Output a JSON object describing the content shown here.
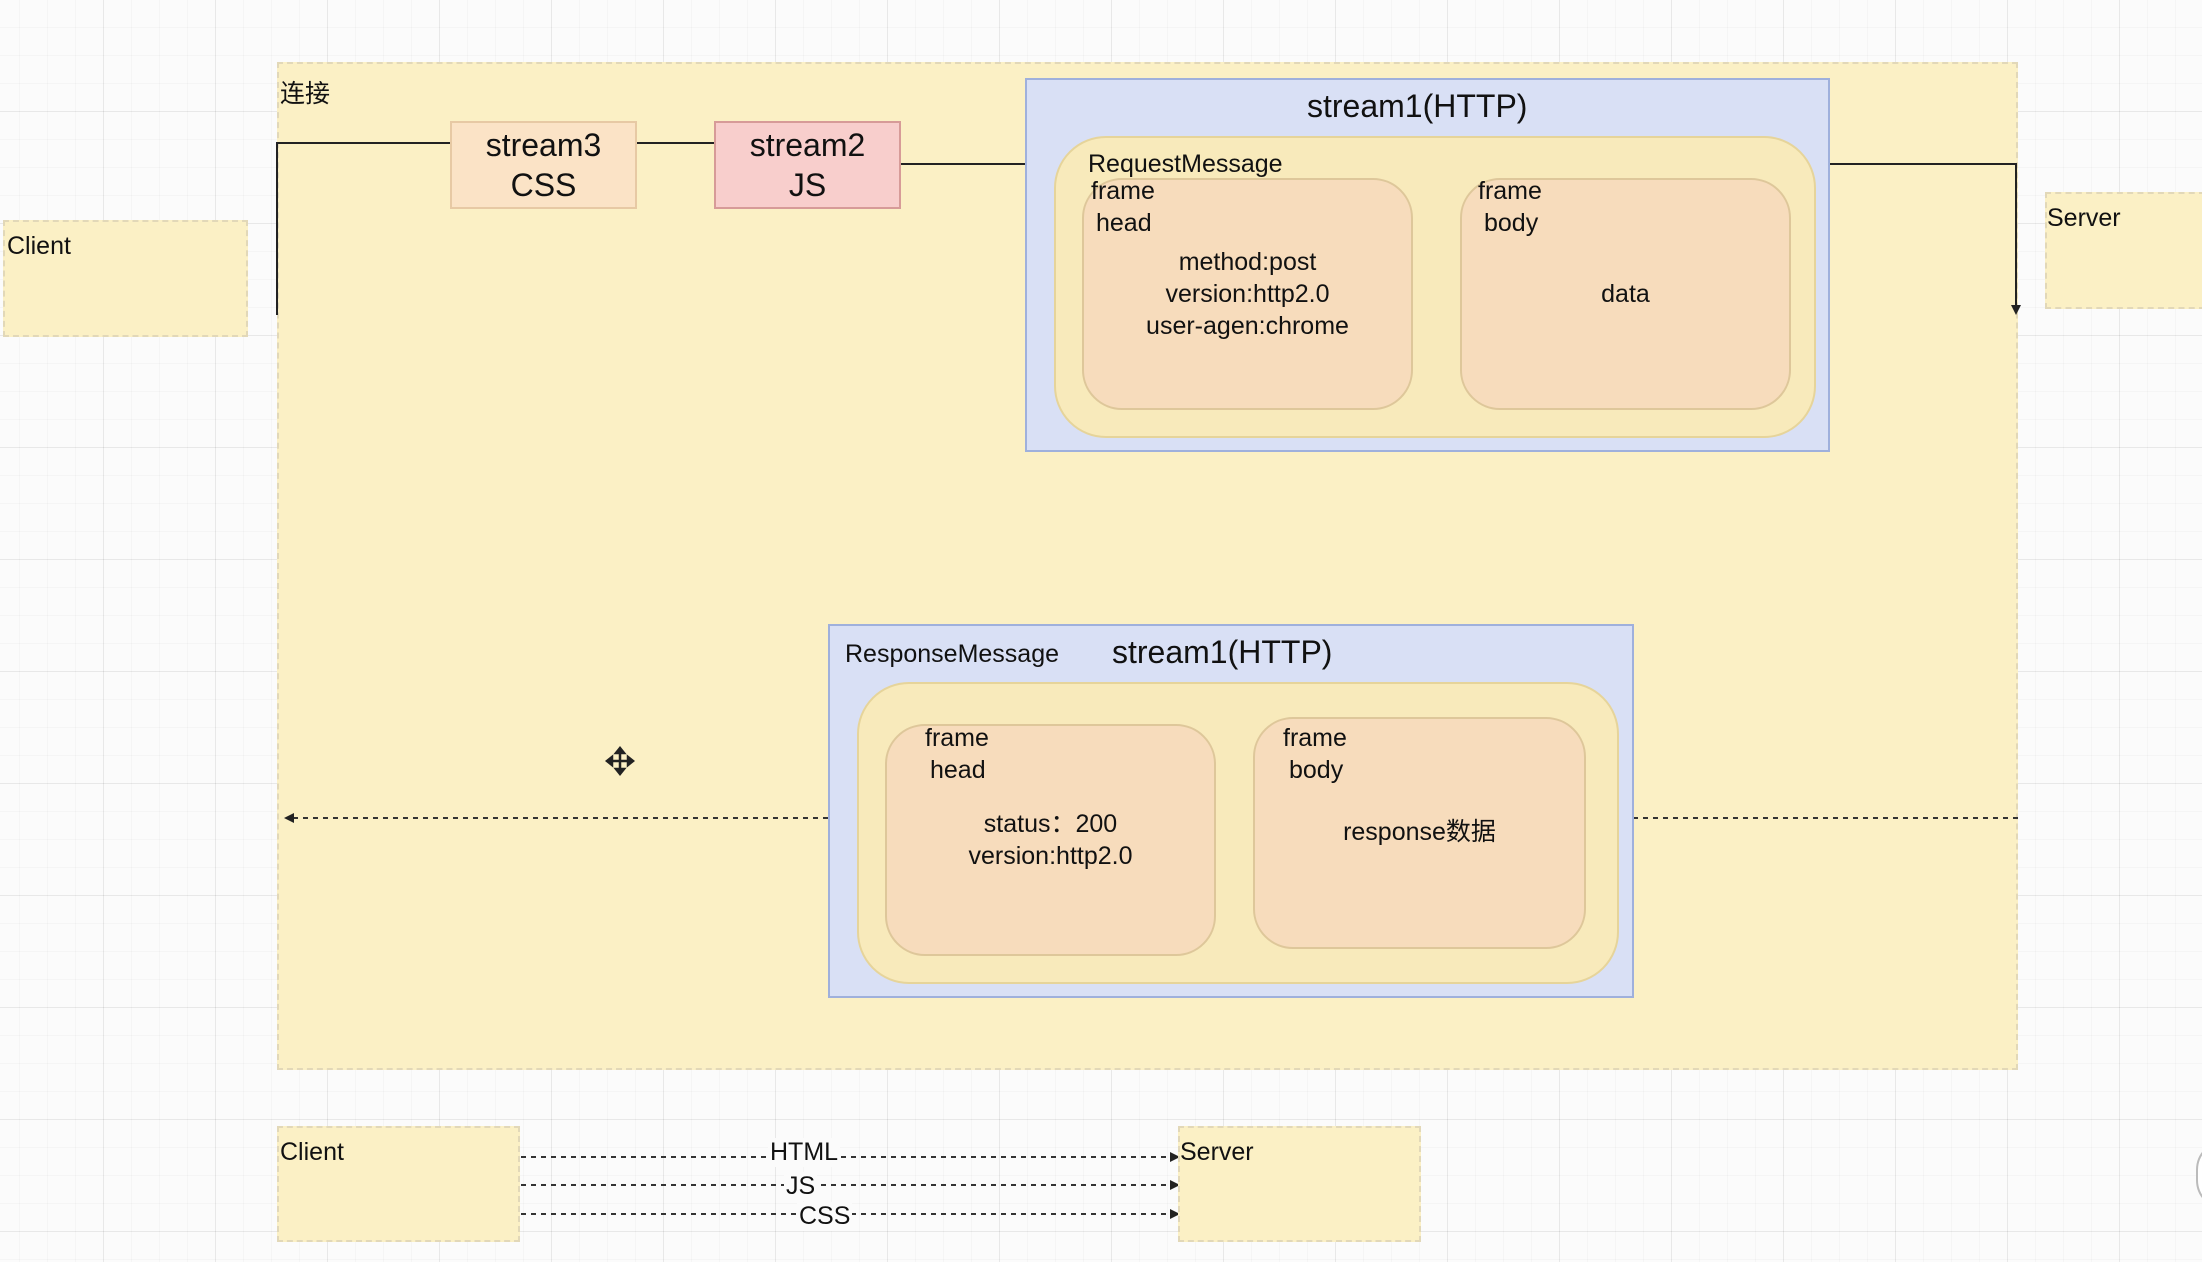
{
  "connection": {
    "label": "连接"
  },
  "client_top": {
    "label": "Client"
  },
  "server_top": {
    "label": "Server"
  },
  "stream3": {
    "line1": "stream3",
    "line2": "CSS"
  },
  "stream2": {
    "line1": "stream2",
    "line2": "JS"
  },
  "request_stream": {
    "title": "stream1(HTTP)",
    "message_label": "RequestMessage",
    "head_frame": {
      "label_line1": "frame",
      "label_line2": "head",
      "lines": [
        "method:post",
        "version:http2.0",
        "user-agen:chrome"
      ]
    },
    "body_frame": {
      "label_line1": "frame",
      "label_line2": "body",
      "content": "data"
    }
  },
  "response_stream": {
    "title": "stream1(HTTP)",
    "message_label": "ResponseMessage",
    "head_frame": {
      "label_line1": "frame",
      "label_line2": "head",
      "lines": [
        "status：200",
        "version:http2.0"
      ]
    },
    "body_frame": {
      "label_line1": "frame",
      "label_line2": "body",
      "content": "response数据"
    }
  },
  "bottom_diagram": {
    "client_label": "Client",
    "server_label": "Server",
    "arrows": [
      "HTML",
      "JS",
      "CSS"
    ]
  },
  "colors": {
    "connection_fill": "#fbf0c5",
    "stream2_fill": "#f8cecc",
    "stream_box_fill": "#d9e0f5",
    "frame_fill": "#f7dcbc"
  }
}
